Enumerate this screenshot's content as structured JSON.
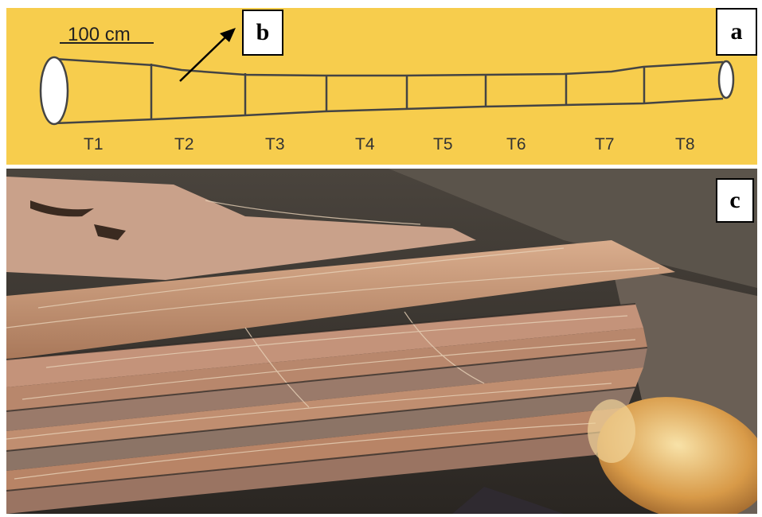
{
  "panel_a": {
    "label": "a",
    "scale_text": "100 cm",
    "pointer_label": "b",
    "segments": [
      "T1",
      "T2",
      "T3",
      "T4",
      "T5",
      "T6",
      "T7",
      "T8"
    ],
    "background_color": "#f7cd4d"
  },
  "panel_c": {
    "label": "c"
  }
}
